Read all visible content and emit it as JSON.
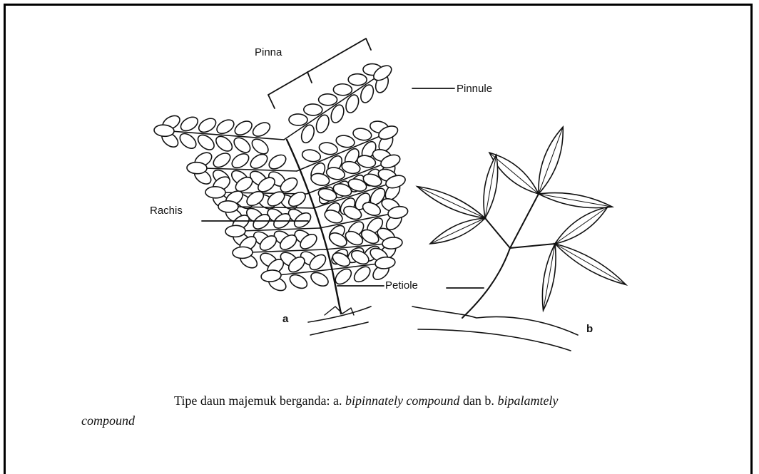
{
  "figure": {
    "labels": {
      "pinna": "Pinna",
      "pinnule": "Pinnule",
      "rachis": "Rachis",
      "petiole": "Petiole",
      "panel_a": "a",
      "panel_b": "b"
    },
    "caption": {
      "prefix": "Tipe daun majemuk berganda: a.",
      "term_a": "bipinnately compound",
      "middle": "dan b.",
      "term_b_line1": "bipalamtely",
      "term_b_line2": "compound"
    }
  }
}
